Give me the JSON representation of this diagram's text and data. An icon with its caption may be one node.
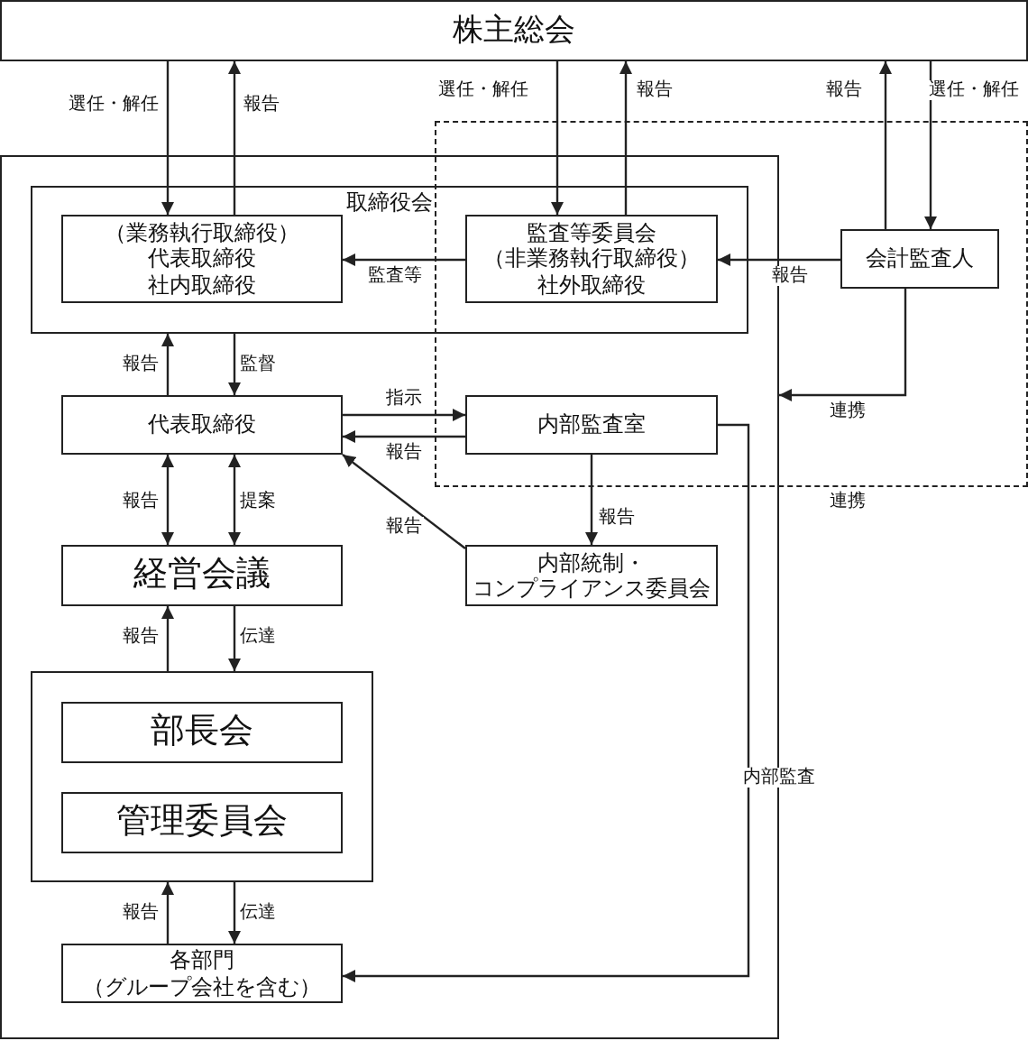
{
  "diagram": {
    "nodes": [
      {
        "text": [
          "株主総会"
        ]
      },
      {
        "text": [],
        "shape": "box"
      },
      {
        "text": [
          "取締役会"
        ],
        "in": 1
      },
      {
        "text": [
          "（業務執行取締役）",
          "代表取締役",
          "社内取締役"
        ],
        "in": 2
      },
      {
        "text": [
          "監査等委員会",
          "（非業務執行取締役）",
          "社外取締役"
        ]
      },
      {
        "text": [],
        "shape": "box",
        "beside": [
          "連携"
        ]
      },
      {
        "text": [
          "会計監査人"
        ],
        "in": 5
      },
      {
        "text": [
          "代表取締役"
        ],
        "in": 1
      },
      {
        "text": [
          "内部監査室"
        ]
      },
      {
        "text": [
          "経営会議"
        ],
        "in": 1
      },
      {
        "text": [
          "内部統制・コンプライアンス委員会"
        ],
        "in": 1
      },
      {
        "text": [],
        "shape": "box",
        "in": 1
      },
      {
        "text": [
          "部長会"
        ],
        "in": 11
      },
      {
        "text": [
          "管理委員会"
        ],
        "in": 11
      },
      {
        "text": [
          "各部門（グループ会社を含む）"
        ],
        "in": 1
      }
    ],
    "edges": [
      {
        "from": 0,
        "to": 3,
        "arrow": "to",
        "label": "選任・解任"
      },
      {
        "from": 3,
        "to": 0,
        "arrow": "to",
        "label": "報告"
      },
      {
        "from": 0,
        "to": 4,
        "arrow": "to",
        "label": "選任・解任"
      },
      {
        "from": 4,
        "to": 0,
        "arrow": "to",
        "label": "報告"
      },
      {
        "from": 6,
        "to": 0,
        "arrow": "to",
        "label": "報告"
      },
      {
        "from": 0,
        "to": 6,
        "arrow": "to",
        "label": "選任・解任"
      },
      {
        "from": 4,
        "to": 3,
        "arrow": "to",
        "label": "監査等"
      },
      {
        "from": 6,
        "to": 4,
        "arrow": "to",
        "label": "報告"
      },
      {
        "from": 7,
        "to": 2,
        "arrow": "to",
        "label": "報告"
      },
      {
        "from": 2,
        "to": 7,
        "arrow": "to",
        "label": "監督"
      },
      {
        "from": 7,
        "to": 8,
        "arrow": "to",
        "label": "指示"
      },
      {
        "from": 8,
        "to": 7,
        "arrow": "to",
        "label": "報告"
      },
      {
        "from": 10,
        "to": 7,
        "arrow": "to",
        "label": "報告"
      },
      {
        "from": 8,
        "to": 10,
        "arrow": "to",
        "label": "報告"
      },
      {
        "from": 6,
        "to": 1,
        "arrow": "to",
        "label": "連携"
      },
      {
        "from": 7,
        "to": 9,
        "arrow": "both",
        "label": "報告"
      },
      {
        "from": 7,
        "to": 9,
        "arrow": "both",
        "label": "提案"
      },
      {
        "from": 11,
        "to": 9,
        "arrow": "to",
        "label": "報告"
      },
      {
        "from": 9,
        "to": 11,
        "arrow": "to",
        "label": "伝達"
      },
      {
        "from": 14,
        "to": 11,
        "arrow": "to",
        "label": "報告"
      },
      {
        "from": 11,
        "to": 14,
        "arrow": "to",
        "label": "伝達"
      },
      {
        "from": 8,
        "to": 14,
        "arrow": "to",
        "label": "内部監査"
      }
    ]
  }
}
